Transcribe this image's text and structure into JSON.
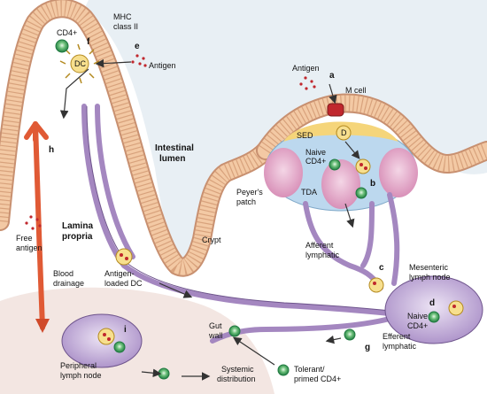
{
  "labels": {
    "mhc": "MHC",
    "class2": "class II",
    "cd4_top": "CD4+",
    "dc_top": "DC",
    "antigen_top": "Antigen",
    "antigen_mcell": "Antigen",
    "mcell": "M cell",
    "sed": "SED",
    "d_in_sed": "D",
    "naive1": "Naive",
    "cd4_pp": "CD4+",
    "tda": "TDA",
    "peyers1": "Peyer's",
    "peyers2": "patch",
    "intestinal": "Intestinal",
    "lumen": "lumen",
    "lamina1": "Lamina",
    "lamina2": "propria",
    "free1": "Free",
    "free2": "antigen",
    "crypt": "Crypt",
    "afferent1": "Afferent",
    "afferent2": "lymphatic",
    "blood1": "Blood",
    "blood2": "drainage",
    "aldc1": "Antigen-",
    "aldc2": "loaded DC",
    "mes1": "Mesenteric",
    "mes2": "lymph node",
    "naive_mln1": "Naive",
    "naive_mln2": "CD4+",
    "gut1": "Gut",
    "gut2": "wall",
    "efferent1": "Efferent",
    "efferent2": "lymphatic",
    "periph1": "Peripheral",
    "periph2": "lymph node",
    "systemic1": "Systemic",
    "systemic2": "distribution",
    "tolerant1": "Tolerant/",
    "tolerant2": "primed CD4+"
  },
  "letters": {
    "a": "a",
    "b": "b",
    "c": "c",
    "d": "d",
    "e": "e",
    "f": "f",
    "g": "g",
    "h": "h",
    "i": "i"
  },
  "colors": {
    "epithelium": "#f3c9a4",
    "epithelium_edge": "#c89070",
    "lumen": "#e8eff4",
    "lymphatic": "#a487c0",
    "lymphatic_edge": "#6e548c",
    "blood": "#e05a35",
    "sed": "#f5d57a",
    "tda": "#bcd8ee",
    "follicle": "#d99cc0",
    "node": "#c8b3dc",
    "tcell": "#2e9c5a",
    "antigen": "#c0272d"
  }
}
